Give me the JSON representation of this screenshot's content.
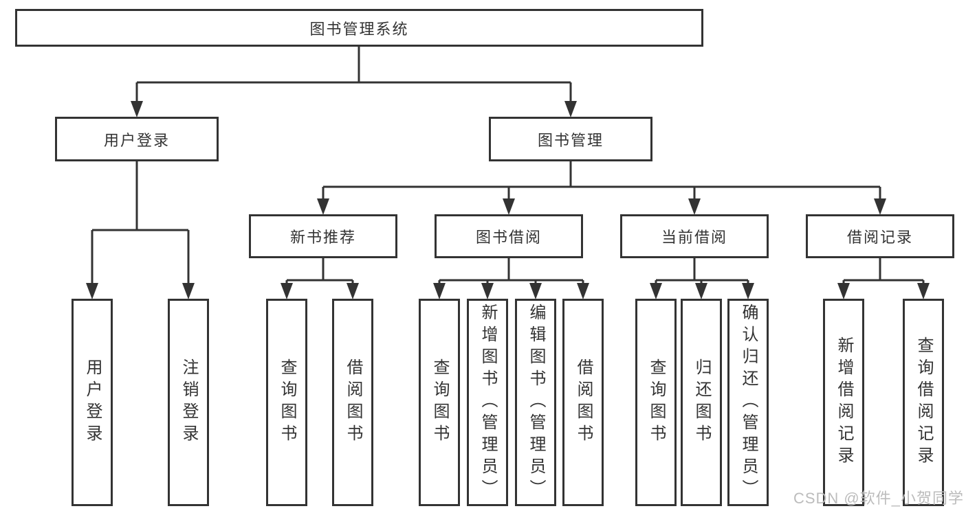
{
  "colors": {
    "line": "#333333",
    "text": "#333333",
    "box_bg": "#ffffff",
    "background": "#ffffff",
    "watermark": "#bcbcbc"
  },
  "watermark": {
    "text": "CSDN @软件_小贺同学"
  },
  "tree": {
    "root": {
      "label": "图书管理系统",
      "children": [
        {
          "label": "用户登录",
          "children": [
            {
              "label": "用户登录"
            },
            {
              "label": "注销登录"
            }
          ]
        },
        {
          "label": "图书管理",
          "children": [
            {
              "label": "新书推荐",
              "children": [
                {
                  "label": "查询图书"
                },
                {
                  "label": "借阅图书"
                }
              ]
            },
            {
              "label": "图书借阅",
              "children": [
                {
                  "label": "查询图书"
                },
                {
                  "label": "新增图书（管理员）"
                },
                {
                  "label": "编辑图书（管理员）"
                },
                {
                  "label": "借阅图书"
                }
              ]
            },
            {
              "label": "当前借阅",
              "children": [
                {
                  "label": "查询图书"
                },
                {
                  "label": "归还图书"
                },
                {
                  "label": "确认归还（管理员）"
                }
              ]
            },
            {
              "label": "借阅记录",
              "children": [
                {
                  "label": "新增借阅记录"
                },
                {
                  "label": "查询借阅记录"
                }
              ]
            }
          ]
        }
      ]
    }
  }
}
